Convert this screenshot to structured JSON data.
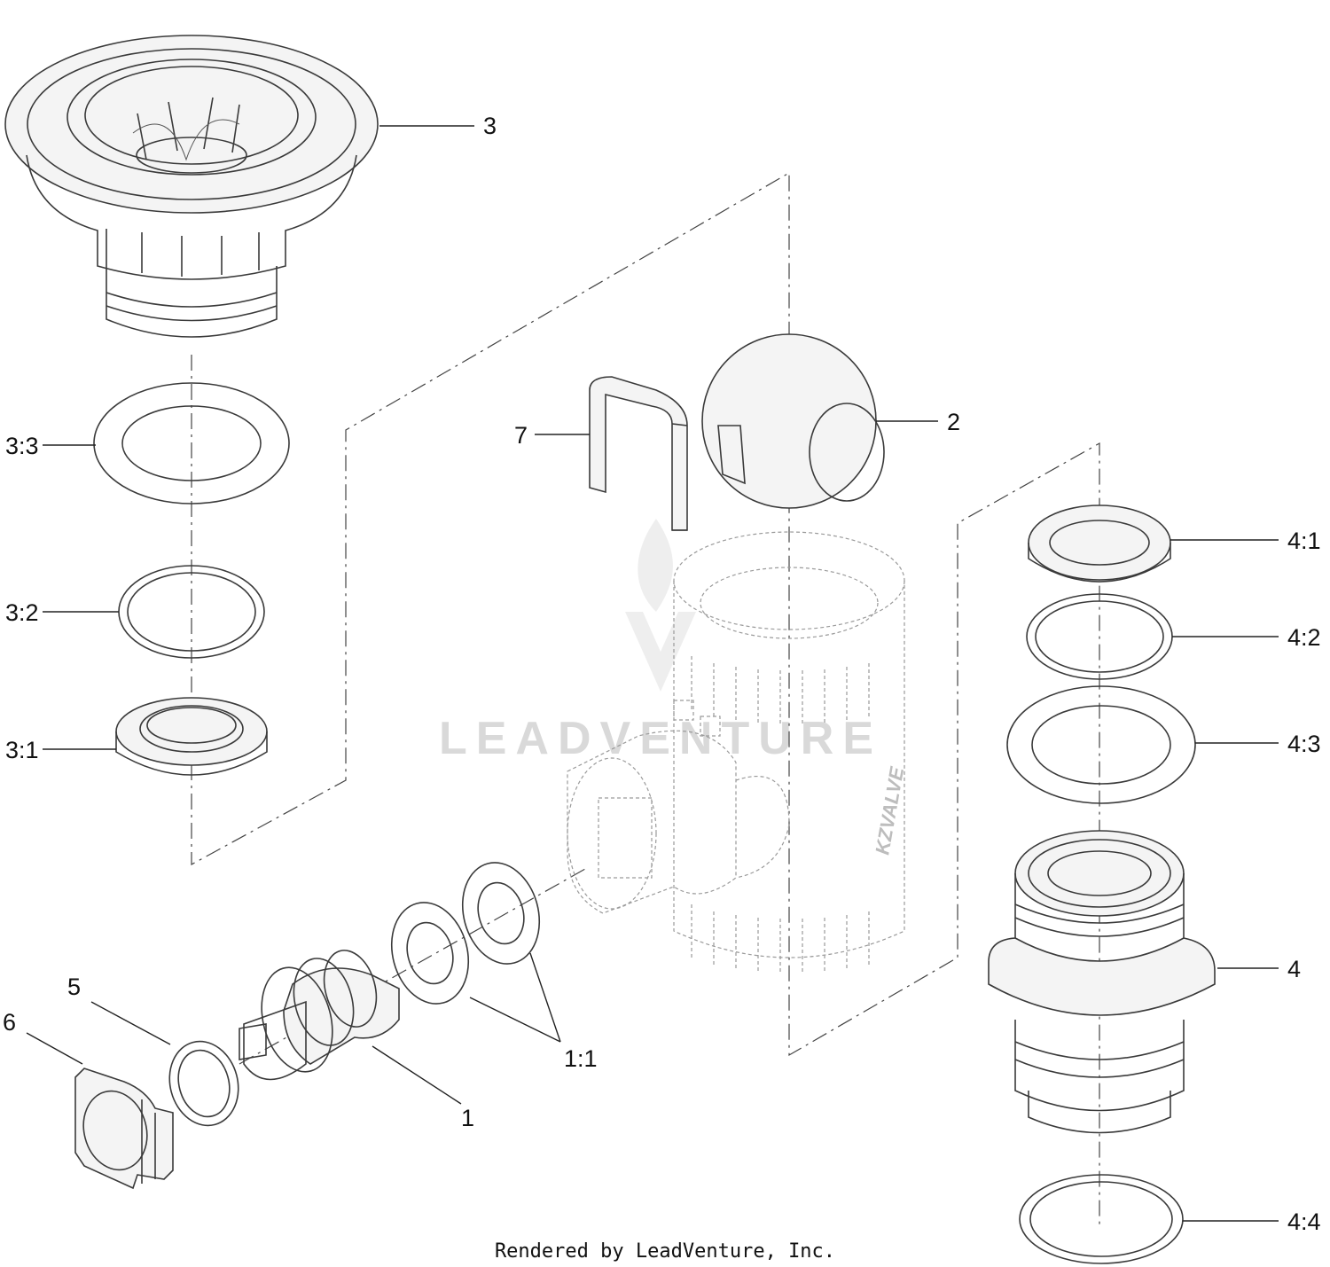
{
  "callouts": {
    "c3": "3",
    "c3_3": "3:3",
    "c3_2": "3:2",
    "c3_1": "3:1",
    "c7": "7",
    "c2": "2",
    "c4_1": "4:1",
    "c4_2": "4:2",
    "c4_3": "4:3",
    "c4": "4",
    "c4_4": "4:4",
    "c5": "5",
    "c6": "6",
    "c1": "1",
    "c1_1": "1:1"
  },
  "watermark": "LEADVENTURE",
  "body_brand": "KZVALVE",
  "footer": "Rendered by LeadVenture, Inc."
}
